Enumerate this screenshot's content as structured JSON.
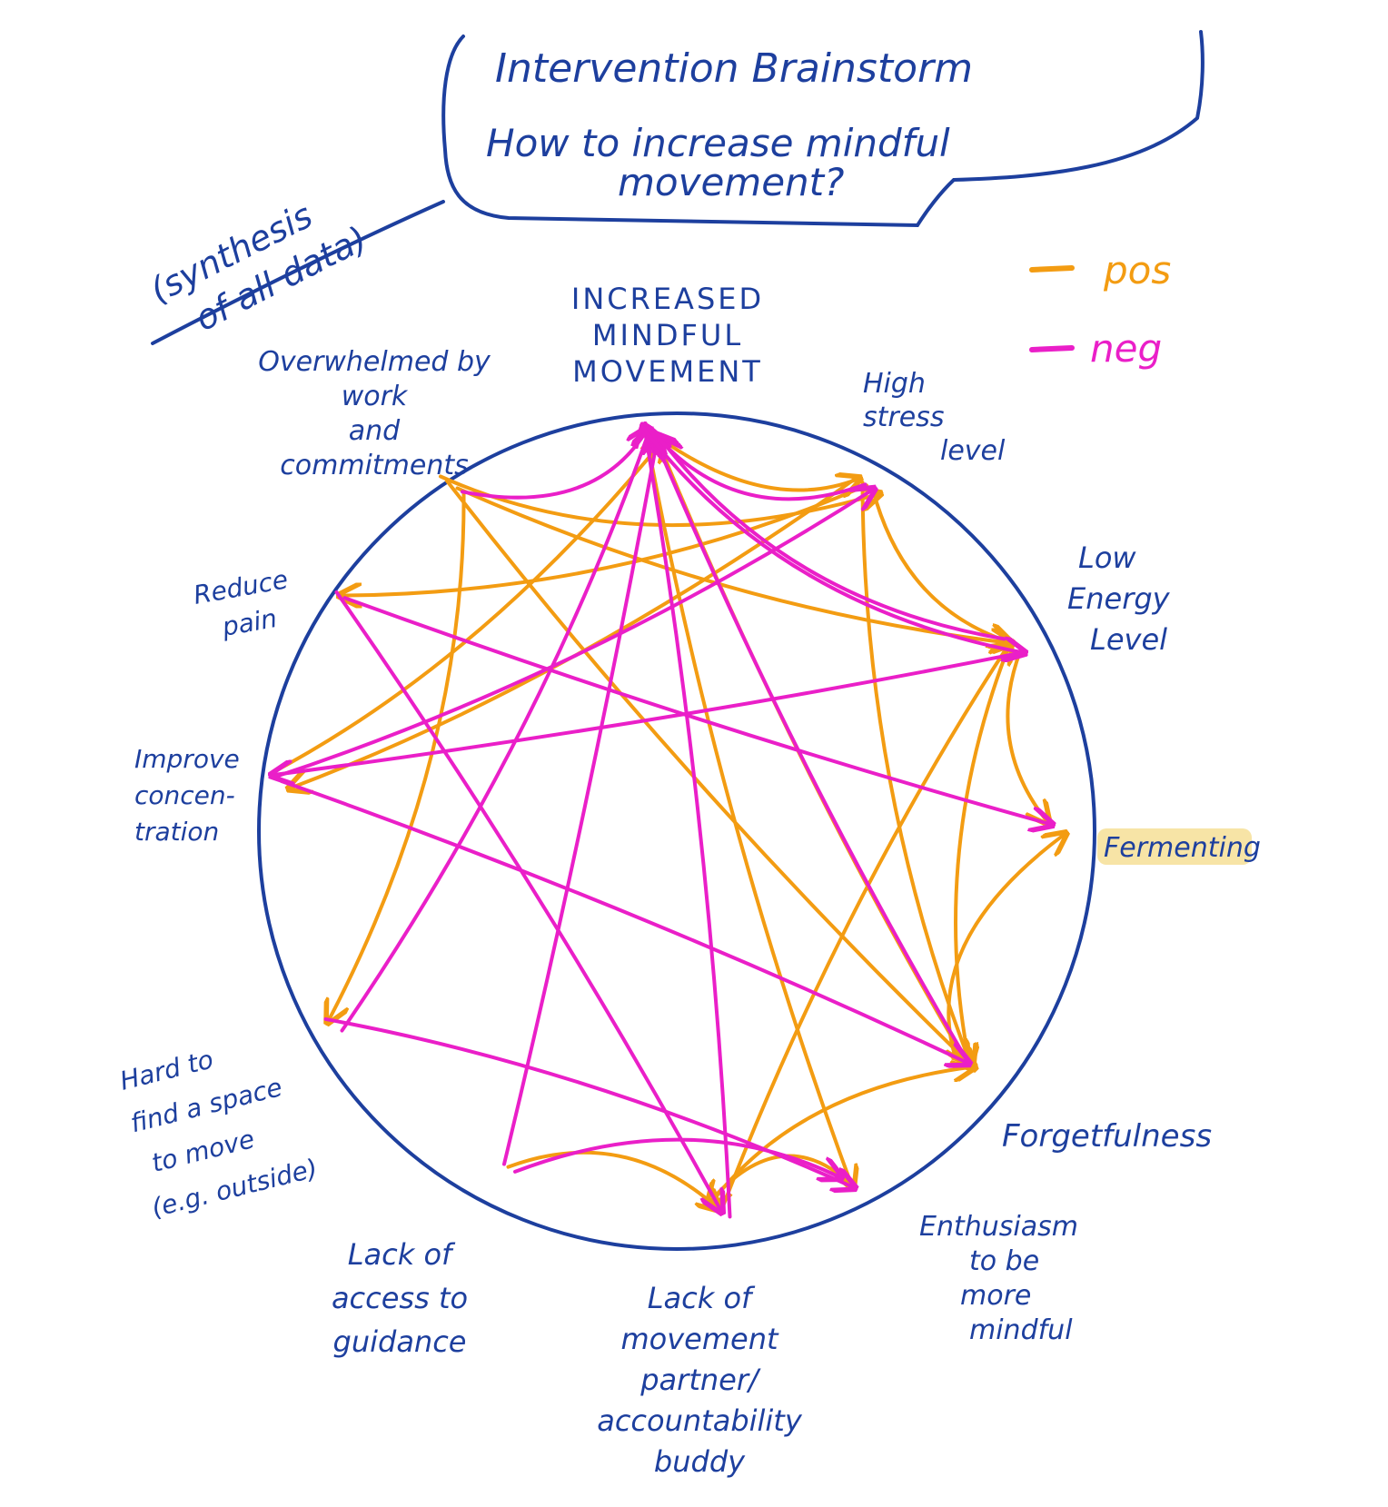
{
  "title": {
    "line1": "Intervention Brainstorm",
    "line2": "How to increase mindful",
    "line3": "movement?"
  },
  "side_note": {
    "line1": "(synthesis",
    "line2": "of all data)"
  },
  "legend": {
    "pos_label": "pos",
    "neg_label": "neg",
    "pos_color": "#f39c12",
    "neg_color": "#ea1fc8"
  },
  "colors": {
    "ink": "#1d3f9e",
    "highlight": "#f7e4a6"
  },
  "nodes": [
    {
      "id": "increased",
      "lines": [
        "INCREASED",
        "MINDFUL",
        "MOVEMENT"
      ]
    },
    {
      "id": "stress",
      "lines": [
        "High",
        "stress",
        "level"
      ]
    },
    {
      "id": "energy",
      "lines": [
        "Low",
        "Energy",
        "Level"
      ]
    },
    {
      "id": "fermenting",
      "lines": [
        "Fermenting"
      ],
      "highlighted": true
    },
    {
      "id": "forget",
      "lines": [
        "Forgetfulness"
      ]
    },
    {
      "id": "enthusiasm",
      "lines": [
        "Enthusiasm",
        "to be",
        "more",
        "mindful"
      ]
    },
    {
      "id": "partner",
      "lines": [
        "Lack of",
        "movement",
        "partner/",
        "accountability",
        "buddy"
      ]
    },
    {
      "id": "guidance",
      "lines": [
        "Lack of",
        "access to",
        "guidance"
      ]
    },
    {
      "id": "space",
      "lines": [
        "Hard to",
        "find a space",
        "to move",
        "(e.g. outside)"
      ]
    },
    {
      "id": "concentration",
      "lines": [
        "Improve",
        "concen-",
        "tration"
      ]
    },
    {
      "id": "pain",
      "lines": [
        "Reduce",
        "pain"
      ]
    },
    {
      "id": "overwhelmed",
      "lines": [
        "Overwhelmed by",
        "work",
        "and",
        "commitments"
      ]
    }
  ],
  "edges": [
    {
      "from": "overwhelmed",
      "to": "stress",
      "polarity": "pos"
    },
    {
      "from": "overwhelmed",
      "to": "energy",
      "polarity": "pos"
    },
    {
      "from": "overwhelmed",
      "to": "forget",
      "polarity": "pos"
    },
    {
      "from": "overwhelmed",
      "to": "space",
      "polarity": "pos"
    },
    {
      "from": "stress",
      "to": "pain",
      "polarity": "pos"
    },
    {
      "from": "stress",
      "to": "concentration",
      "polarity": "pos"
    },
    {
      "from": "stress",
      "to": "energy",
      "polarity": "pos"
    },
    {
      "from": "stress",
      "to": "forget",
      "polarity": "pos"
    },
    {
      "from": "increased",
      "to": "stress",
      "polarity": "pos"
    },
    {
      "from": "increased",
      "to": "forget",
      "polarity": "pos"
    },
    {
      "from": "increased",
      "to": "enthusiasm",
      "polarity": "pos"
    },
    {
      "from": "energy",
      "to": "fermenting",
      "polarity": "pos"
    },
    {
      "from": "energy",
      "to": "forget",
      "polarity": "pos"
    },
    {
      "from": "forget",
      "to": "fermenting",
      "polarity": "pos"
    },
    {
      "from": "partner",
      "to": "energy",
      "polarity": "pos"
    },
    {
      "from": "partner",
      "to": "forget",
      "polarity": "pos"
    },
    {
      "from": "enthusiasm",
      "to": "partner",
      "polarity": "pos"
    },
    {
      "from": "guidance",
      "to": "partner",
      "polarity": "pos"
    },
    {
      "from": "concentration",
      "to": "increased",
      "polarity": "pos"
    },
    {
      "from": "space",
      "to": "increased",
      "polarity": "neg"
    },
    {
      "from": "guidance",
      "to": "increased",
      "polarity": "neg"
    },
    {
      "from": "partner",
      "to": "increased",
      "polarity": "neg"
    },
    {
      "from": "forget",
      "to": "increased",
      "polarity": "neg"
    },
    {
      "from": "energy",
      "to": "increased",
      "polarity": "neg"
    },
    {
      "from": "overwhelmed",
      "to": "increased",
      "polarity": "neg"
    },
    {
      "from": "stress",
      "to": "increased",
      "polarity": "neg"
    },
    {
      "from": "increased",
      "to": "energy",
      "polarity": "neg"
    },
    {
      "from": "pain",
      "to": "fermenting",
      "polarity": "neg"
    },
    {
      "from": "concentration",
      "to": "stress",
      "polarity": "neg"
    },
    {
      "from": "energy",
      "to": "concentration",
      "polarity": "neg"
    },
    {
      "from": "concentration",
      "to": "forget",
      "polarity": "neg"
    },
    {
      "from": "space",
      "to": "enthusiasm",
      "polarity": "neg"
    },
    {
      "from": "guidance",
      "to": "enthusiasm",
      "polarity": "neg"
    },
    {
      "from": "pain",
      "to": "partner",
      "polarity": "neg"
    }
  ]
}
